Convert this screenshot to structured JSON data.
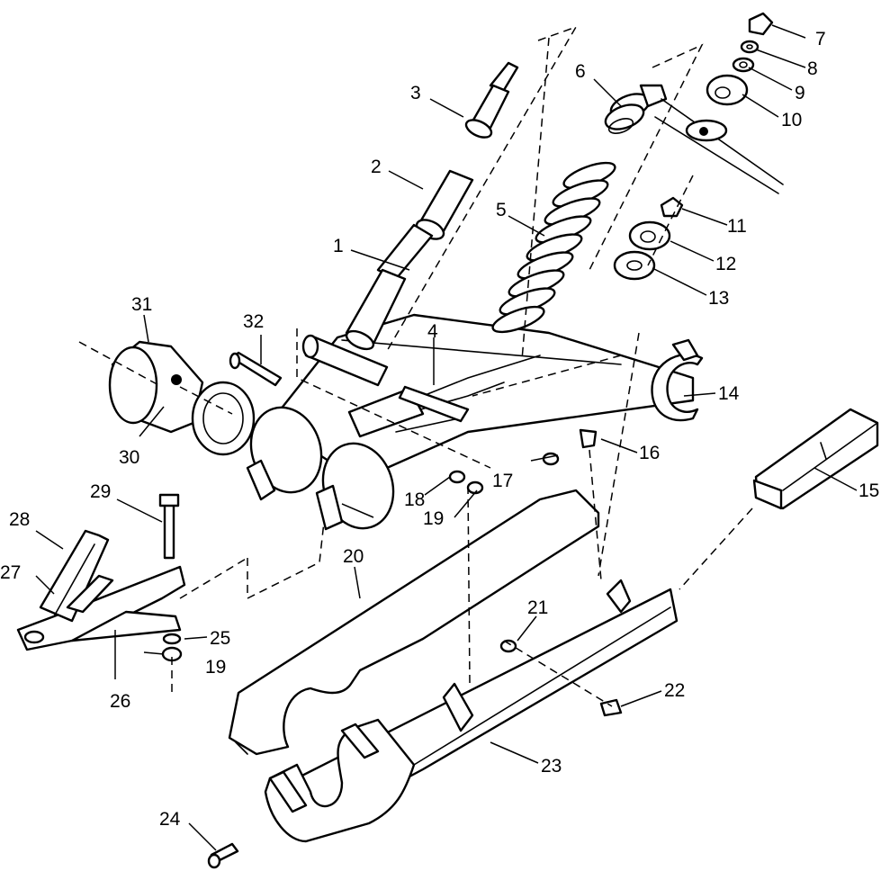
{
  "callouts": [
    {
      "id": "1",
      "text": "1"
    },
    {
      "id": "2",
      "text": "2"
    },
    {
      "id": "3",
      "text": "3"
    },
    {
      "id": "4",
      "text": "4"
    },
    {
      "id": "5",
      "text": "5"
    },
    {
      "id": "6",
      "text": "6"
    },
    {
      "id": "7",
      "text": "7"
    },
    {
      "id": "8",
      "text": "8"
    },
    {
      "id": "9",
      "text": "9"
    },
    {
      "id": "10",
      "text": "10"
    },
    {
      "id": "11",
      "text": "11"
    },
    {
      "id": "12",
      "text": "12"
    },
    {
      "id": "13",
      "text": "13"
    },
    {
      "id": "14",
      "text": "14"
    },
    {
      "id": "15",
      "text": "15"
    },
    {
      "id": "16",
      "text": "16"
    },
    {
      "id": "17",
      "text": "17"
    },
    {
      "id": "18",
      "text": "18"
    },
    {
      "id": "19a",
      "text": "19"
    },
    {
      "id": "19b",
      "text": "19"
    },
    {
      "id": "20",
      "text": "20"
    },
    {
      "id": "21",
      "text": "21"
    },
    {
      "id": "22",
      "text": "22"
    },
    {
      "id": "23",
      "text": "23"
    },
    {
      "id": "24",
      "text": "24"
    },
    {
      "id": "25",
      "text": "25"
    },
    {
      "id": "26",
      "text": "26"
    },
    {
      "id": "27",
      "text": "27"
    },
    {
      "id": "28",
      "text": "28"
    },
    {
      "id": "29",
      "text": "29"
    },
    {
      "id": "30",
      "text": "30"
    },
    {
      "id": "31",
      "text": "31"
    },
    {
      "id": "32",
      "text": "32"
    }
  ]
}
